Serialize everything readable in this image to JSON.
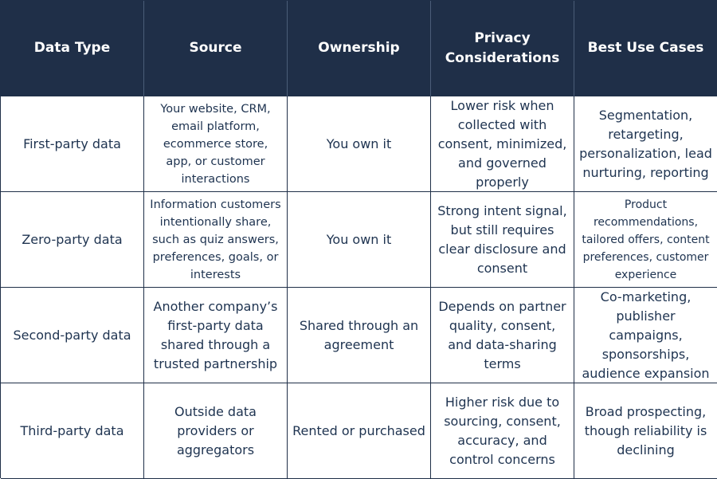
{
  "table": {
    "headers": [
      "Data Type",
      "Source",
      "Ownership",
      "Privacy Considerations",
      "Best Use Cases"
    ],
    "rows": [
      {
        "data_type": "First-party data",
        "source": "Your website, CRM, email platform, ecommerce store, app, or customer interactions",
        "ownership": "You own it",
        "privacy": "Lower risk when collected with consent, minimized, and governed properly",
        "use_cases": "Segmentation, retargeting, personalization, lead nurturing, reporting"
      },
      {
        "data_type": "Zero-party data",
        "source": "Information customers intentionally share, such as quiz answers, preferences, goals, or interests",
        "ownership": "You own it",
        "privacy": "Strong intent signal, but still requires clear disclosure and consent",
        "use_cases": "Product recommendations, tailored offers, content preferences, customer experience"
      },
      {
        "data_type": "Second-party data",
        "source": "Another company’s first-party data shared through a trusted partnership",
        "ownership": "Shared through an agreement",
        "privacy": "Depends on partner quality, consent, and data-sharing terms",
        "use_cases": "Co-marketing, publisher campaigns, sponsorships, audience expansion"
      },
      {
        "data_type": "Third-party data",
        "source": "Outside data providers or aggregators",
        "ownership": "Rented or purchased",
        "privacy": "Higher risk due to sourcing, consent, accuracy, and control concerns",
        "use_cases": "Broad prospecting, though reliability is declining"
      }
    ]
  },
  "colors": {
    "header_bg": "#1f2f48",
    "header_text": "#ffffff",
    "body_text": "#1e3350",
    "border": "#1f2f48"
  }
}
